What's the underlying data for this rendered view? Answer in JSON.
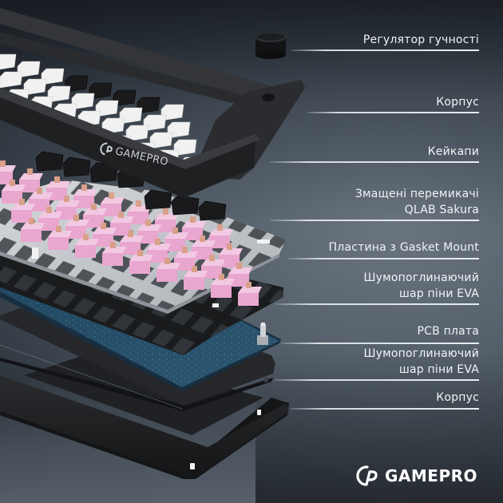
{
  "brand": {
    "name": "GAMEPRO",
    "logo_icon": "gamepro-logo-icon",
    "frame_print": "GAMEPRO"
  },
  "colors": {
    "label_text": "#f2f4f6",
    "leader_line": "#e8ecef",
    "switch_pink": "#e9a6cf",
    "pcb_blue": "#244a63",
    "case_black": "#1d1e20",
    "keycap_white": "#f1f1f1",
    "keycap_black": "#1a1a1c",
    "plate_silver": "#bfc3c7"
  },
  "callouts": [
    {
      "id": "volume-knob",
      "lines": [
        "Регулятор гучності"
      ]
    },
    {
      "id": "top-case",
      "lines": [
        "Корпус"
      ]
    },
    {
      "id": "keycaps",
      "lines": [
        "Кейкапи"
      ]
    },
    {
      "id": "switches",
      "lines": [
        "Змащені перемикачі",
        "QLAB Sakura"
      ]
    },
    {
      "id": "plate",
      "lines": [
        "Пластина з Gasket Mount"
      ]
    },
    {
      "id": "eva-foam-top",
      "lines": [
        "Шумопоглинаючий",
        "шар піни EVA"
      ]
    },
    {
      "id": "pcb",
      "lines": [
        "PCB плата"
      ]
    },
    {
      "id": "eva-foam-bottom",
      "lines": [
        "Шумопоглинаючий",
        "шар піни EVA"
      ]
    },
    {
      "id": "bottom-case",
      "lines": [
        "Корпус"
      ]
    }
  ]
}
